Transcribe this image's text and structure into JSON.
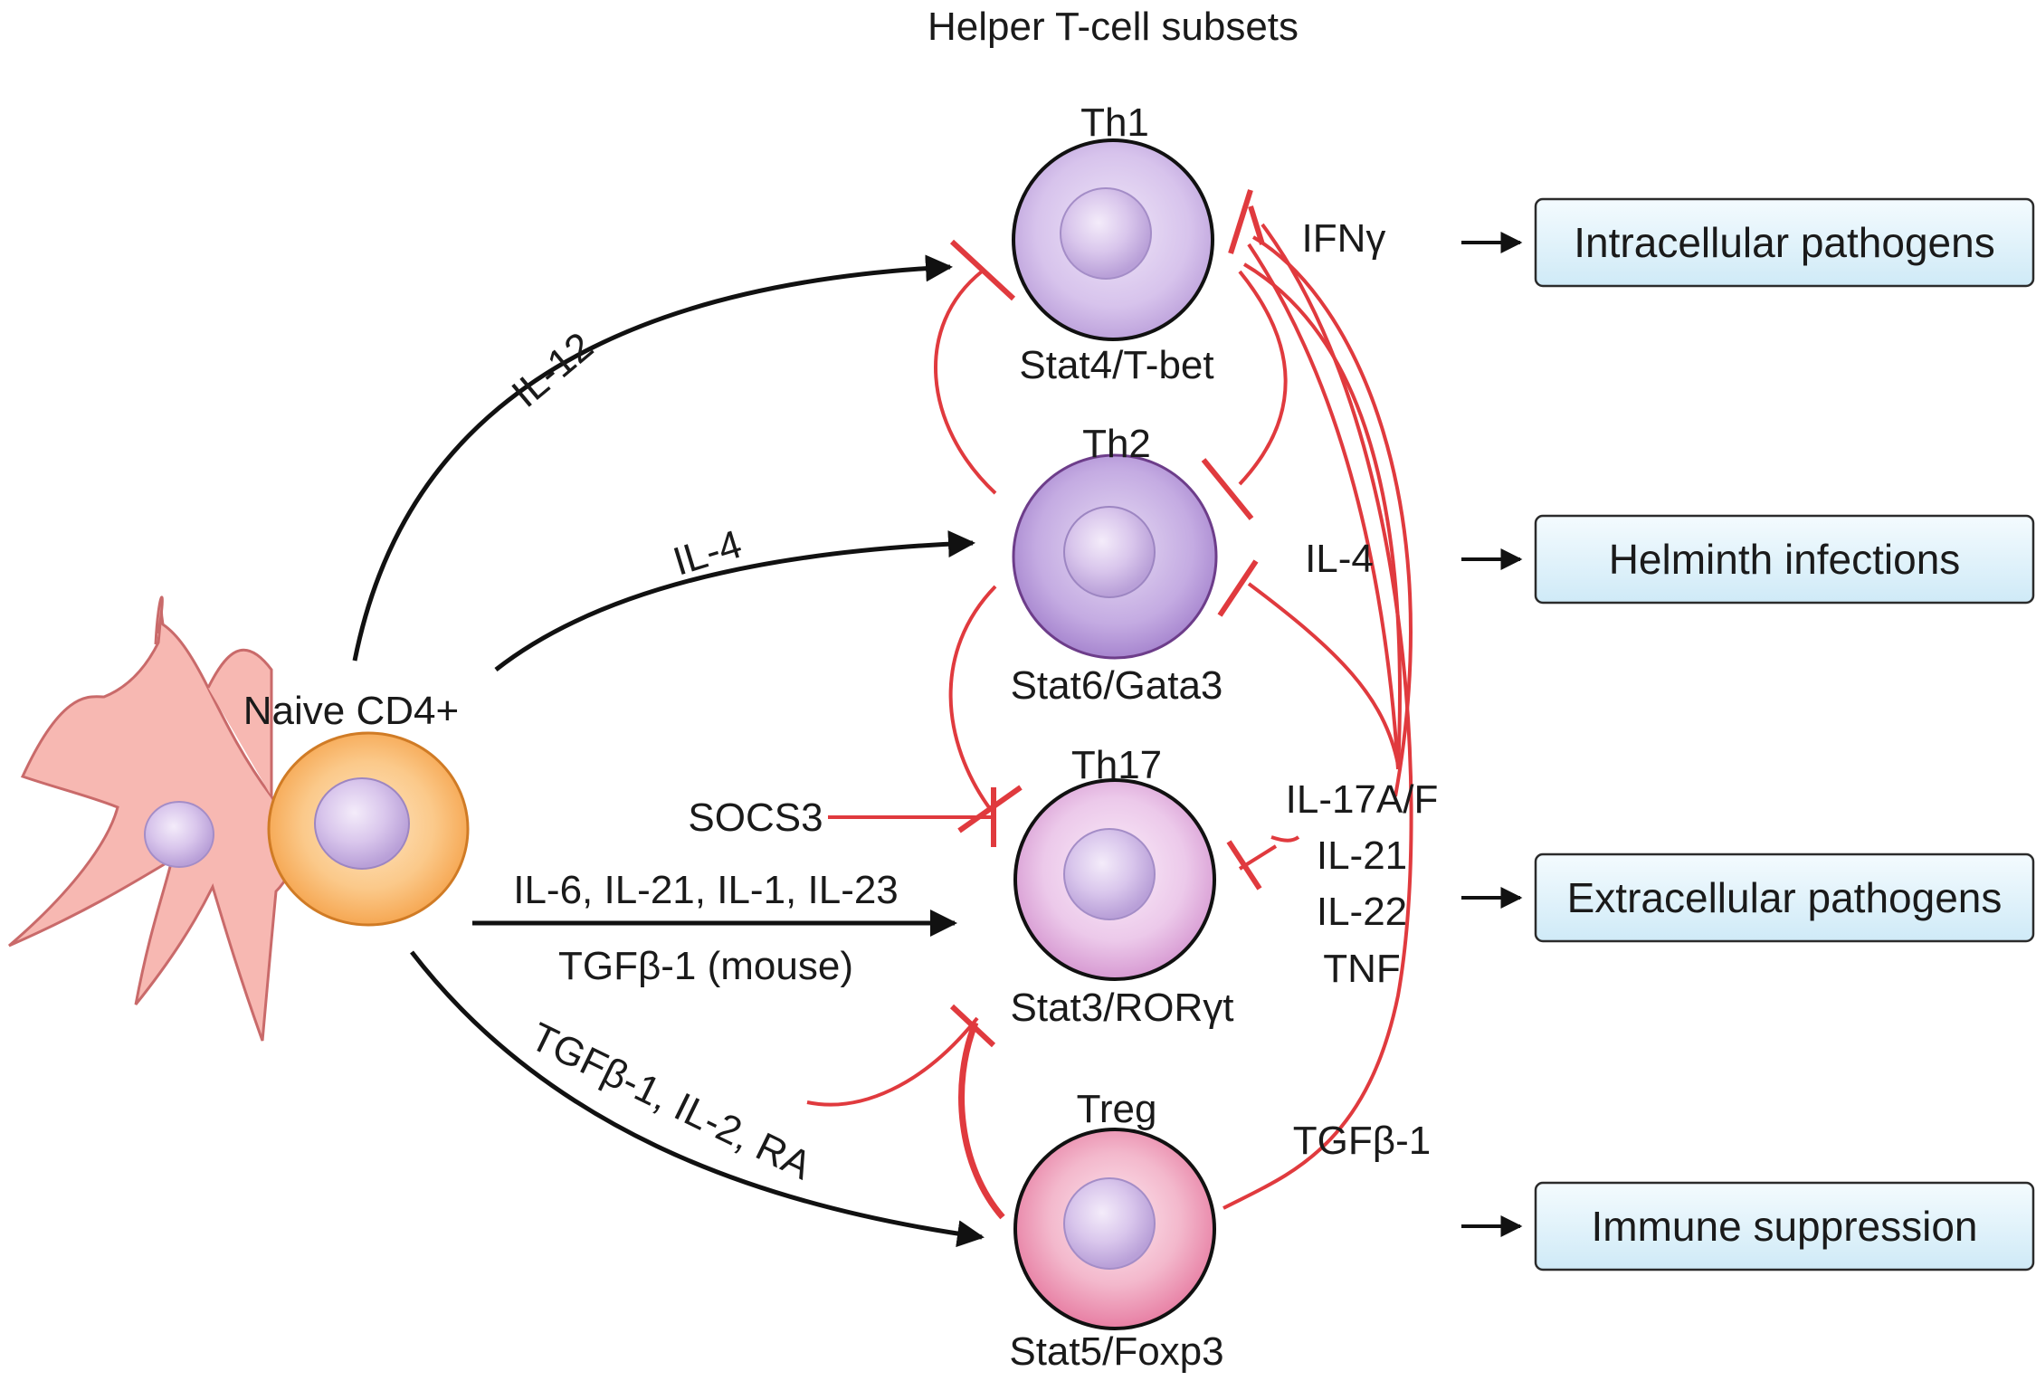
{
  "title": "Helper T-cell subsets",
  "naive": {
    "label": "Naive CD4+"
  },
  "subsets": [
    {
      "name": "Th1",
      "factor": "Stat4/T-bet",
      "outcome": "Intracellular pathogens"
    },
    {
      "name": "Th2",
      "factor": "Stat6/Gata3",
      "outcome": "Helminth infections"
    },
    {
      "name": "Th17",
      "factor": "Stat3/RORγt",
      "outcome": "Extracellular pathogens"
    },
    {
      "name": "Treg",
      "factor": "Stat5/Foxp3",
      "outcome": "Immune suppression"
    }
  ],
  "inducers": {
    "th1": "IL-12",
    "th2": "IL-4",
    "th17_line1": "IL-6, IL-21, IL-1, IL-23",
    "th17_line2": "TGFβ-1 (mouse)",
    "treg": "TGFβ-1, IL-2, RA",
    "socs3": "SOCS3"
  },
  "cytokines": {
    "th1": "IFNγ",
    "th2": "IL-4",
    "th17": [
      "IL-17A/F",
      "IL-21",
      "IL-22",
      "TNF"
    ],
    "treg": "TGFβ-1"
  },
  "colors": {
    "activation": "#111111",
    "inhibition": "#e03a3e",
    "outcome_box_fill": "#e6f4fb",
    "outcome_box_border": "#2b2b2b"
  }
}
